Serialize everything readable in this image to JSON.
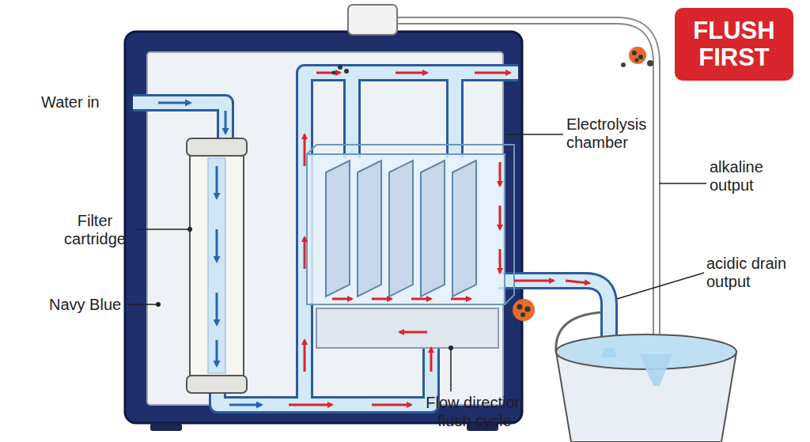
{
  "diagram": {
    "nodes": [
      {
        "text": [
          "FLUSH FIRST"
        ]
      }
    ],
    "labels": [
      "Water in",
      "Filter cartridge",
      "Navy Blue",
      "Electrolysis chamber",
      "alkaline output",
      "acidic drain output",
      "Flow direction flush cycle"
    ]
  }
}
